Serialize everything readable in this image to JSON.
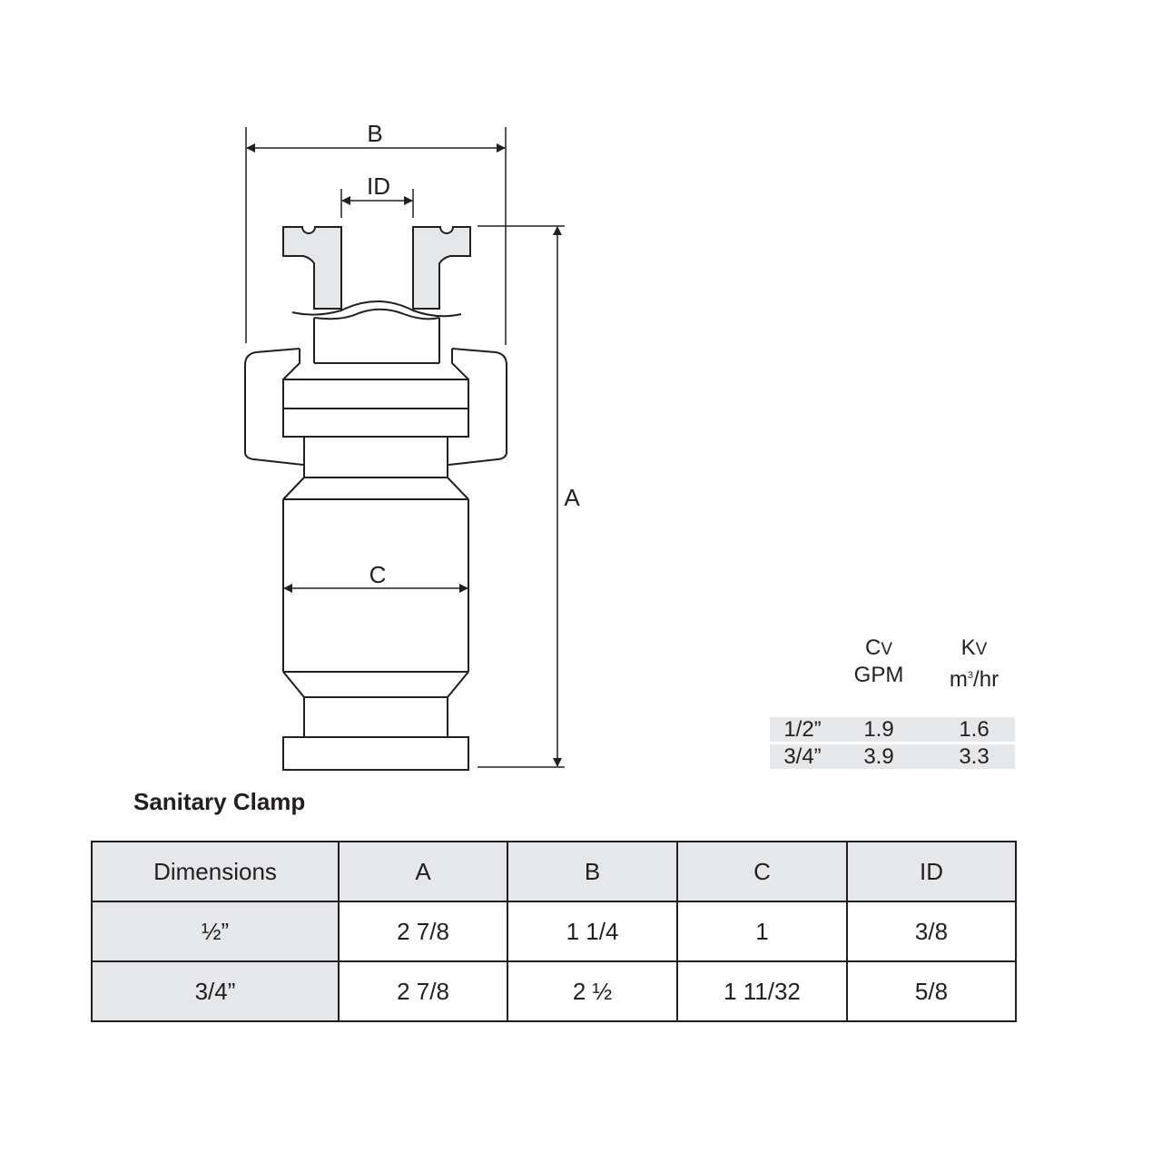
{
  "diagram": {
    "labels": {
      "b": "B",
      "id": "ID",
      "a": "A",
      "c": "C"
    }
  },
  "flow_table": {
    "cv_header": {
      "symbol": "C",
      "subscript": "V",
      "unit": "GPM"
    },
    "kv_header": {
      "symbol": "K",
      "subscript": "V",
      "unit_base": "m",
      "unit_exp": "3",
      "unit_tail": "/hr"
    },
    "rows": [
      {
        "size": "1/2”",
        "cv": "1.9",
        "kv": "1.6"
      },
      {
        "size": "3/4”",
        "cv": "3.9",
        "kv": "3.3"
      }
    ]
  },
  "dimension_table": {
    "title": "Sanitary Clamp",
    "headers": [
      "Dimensions",
      "A",
      "B",
      "C",
      "ID"
    ],
    "rows": [
      [
        "½”",
        "2 7/8",
        "1 1/4",
        "1",
        "3/8"
      ],
      [
        "3/4”",
        "2 7/8",
        "2 ½",
        "1 11/32",
        "5/8"
      ]
    ]
  }
}
